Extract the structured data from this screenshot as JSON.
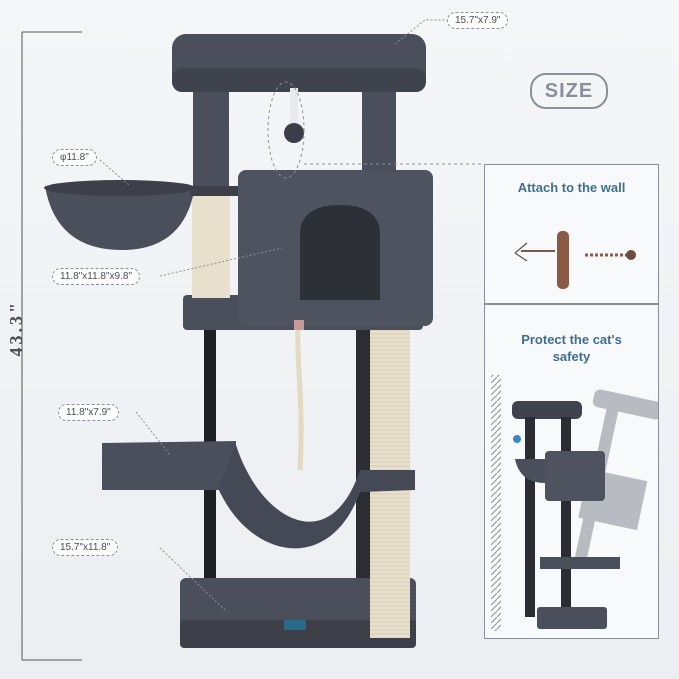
{
  "badges": {
    "size": "SIZE"
  },
  "dimensions": {
    "top_platform": "15.7\"x7.9\"",
    "basket": "φ11.8\"",
    "condo": "11.8\"x11.8\"x9.8\"",
    "hammock_platform": "11.8\"x7.9\"",
    "base": "15.7\"x11.8\"",
    "height": "43.3\""
  },
  "panels": {
    "wall": {
      "title": "Attach to the wall"
    },
    "safety": {
      "title": "Protect the cat's safety"
    }
  },
  "colors": {
    "plush": "#4b4f5b",
    "plush_dark": "#3a3d47",
    "sisal": "#e8e0cc",
    "accent_text": "#3f6f8f",
    "strap": "#8b5a44",
    "pole": "#1f2024"
  }
}
